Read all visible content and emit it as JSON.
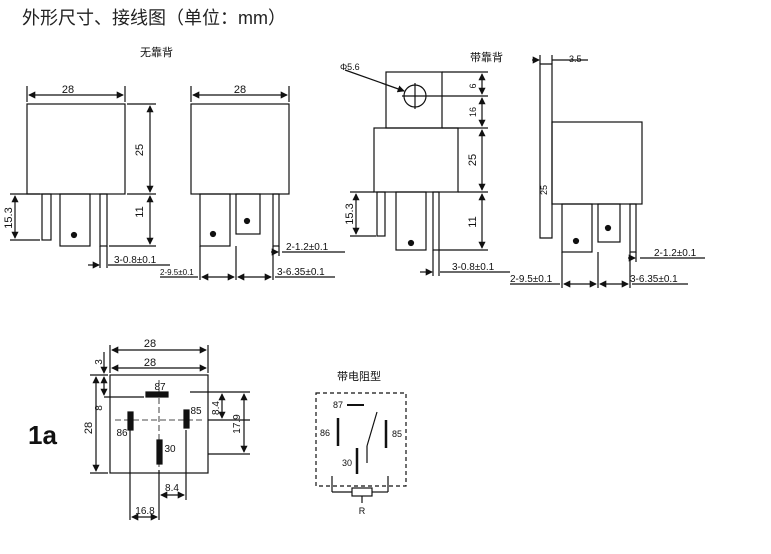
{
  "header": {
    "title": "外形尺寸、接线图（单位：mm）"
  },
  "labels": {
    "no_back": "无靠背",
    "with_back": "带靠背",
    "variant": "1a",
    "resistor_type": "带电阻型",
    "resistor": "R"
  },
  "dimensions": {
    "width_28": "28",
    "height_25": "25",
    "pin_11": "11",
    "pin_15_3": "15.3",
    "pin_thickness": "3-0.8±0.1",
    "pin_pitch_small": "2-1.2±0.1",
    "pin_pitch_9_5": "2-9.5±0.1",
    "pin_pitch_6_35": "3-6.35±0.1",
    "hole_dia": "Φ5.6",
    "bracket_6": "6",
    "bracket_16": "16",
    "bracket_3_5": "3.5",
    "side_25": "25",
    "bottom_3": "3",
    "bottom_8": "8",
    "bottom_8_4": "8.4",
    "bottom_17_9": "17.9",
    "bottom_8_4b": "8.4",
    "bottom_16_8": "16.8"
  },
  "terminals": {
    "t87": "87",
    "t85": "85",
    "t86": "86",
    "t30": "30"
  }
}
